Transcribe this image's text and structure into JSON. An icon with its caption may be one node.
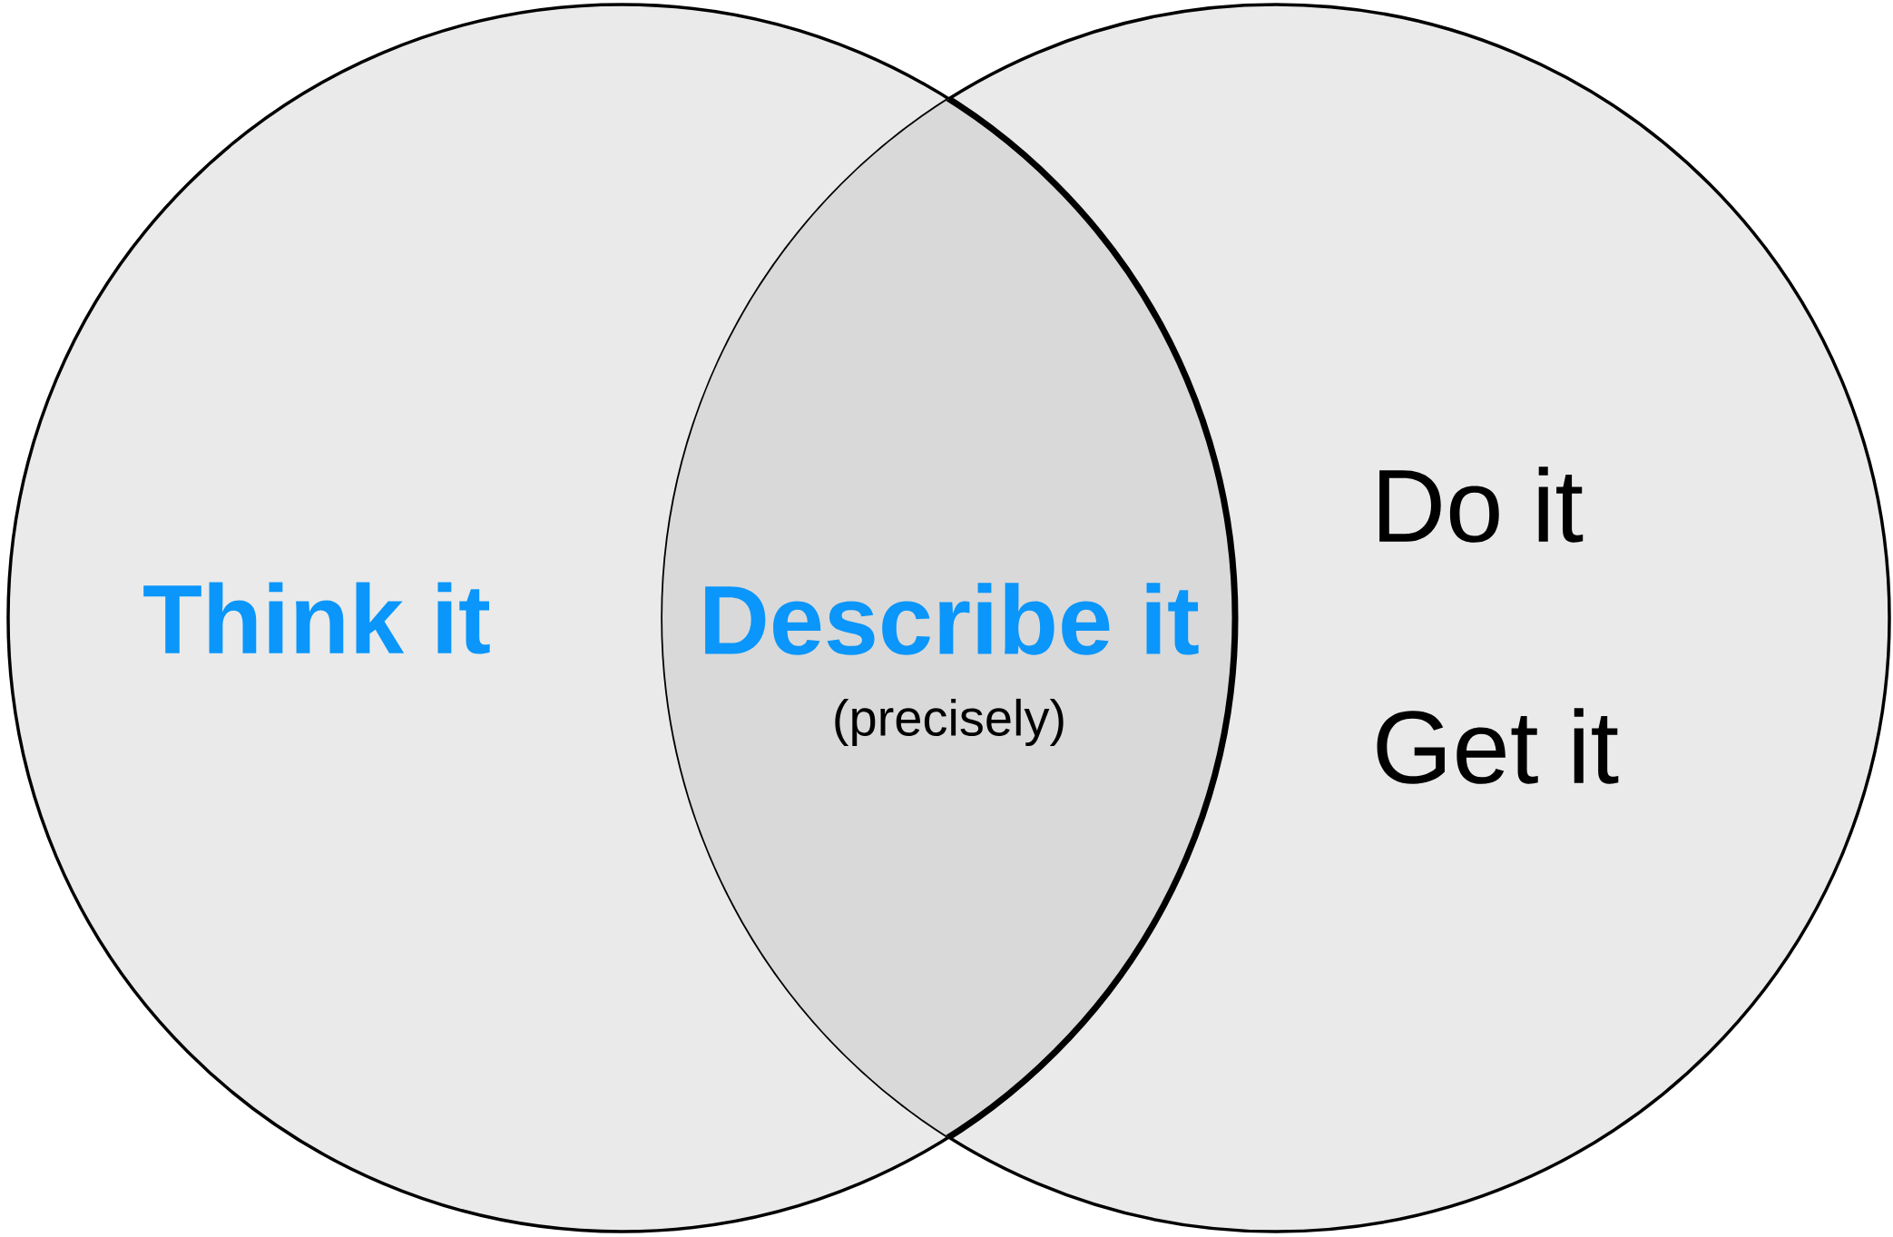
{
  "diagram": {
    "nodes": [
      {
        "text": [
          "Think it"
        ]
      },
      {
        "text": [
          "Do it",
          "Get it"
        ]
      },
      {
        "text": [
          "Describe it",
          "(precisely)"
        ]
      }
    ]
  }
}
